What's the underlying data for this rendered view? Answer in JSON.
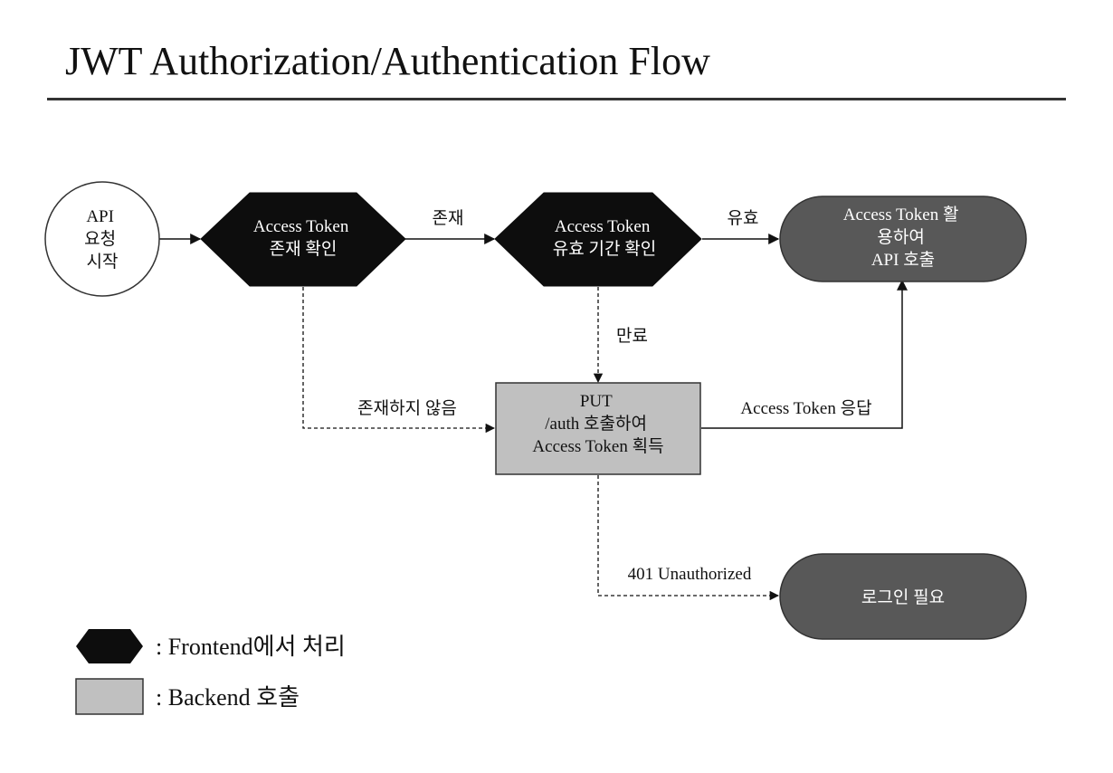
{
  "title": "JWT Authorization/Authentication Flow",
  "colors": {
    "frontend_fill": "#0d0d0d",
    "backend_fill": "#c0c0c0",
    "terminal_fill": "#585858",
    "start_fill": "#ffffff",
    "stroke": "#333333"
  },
  "nodes": {
    "start": [
      "API",
      "요청",
      "시작"
    ],
    "check_exists": [
      "Access Token",
      "존재 확인"
    ],
    "check_valid": [
      "Access Token",
      "유효 기간 확인"
    ],
    "use_token": [
      "Access Token 활",
      "용하여",
      "API 호출"
    ],
    "put_auth": [
      "PUT",
      "/auth 호출하여",
      "Access Token 획득"
    ],
    "login": [
      "로그인 필요"
    ]
  },
  "edges": {
    "exists": "존재",
    "valid": "유효",
    "expired": "만료",
    "not_exists": "존재하지 않음",
    "token_response": "Access Token 응답",
    "unauthorized": "401 Unauthorized"
  },
  "legend": {
    "frontend": ": Frontend에서 처리",
    "backend": ": Backend 호출"
  }
}
